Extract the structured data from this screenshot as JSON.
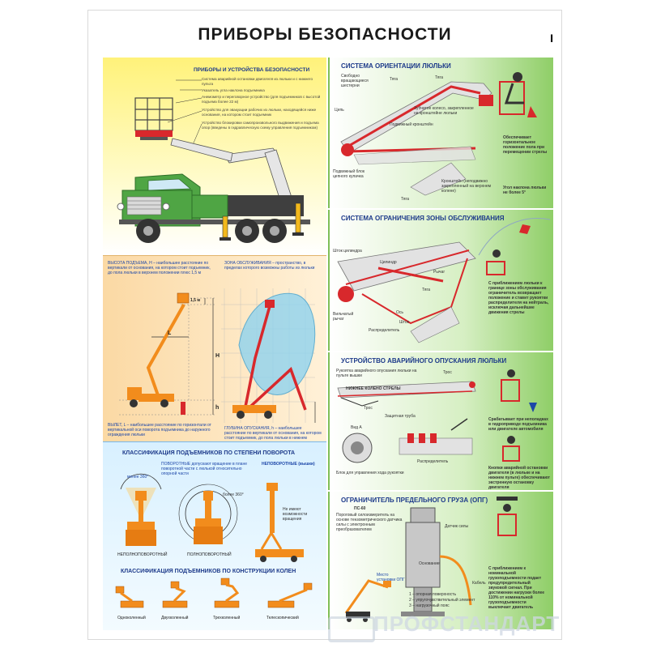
{
  "title": "ПРИБОРЫ БЕЗОПАСНОСТИ",
  "sheet_number": "I",
  "panel_main": {
    "heading": "ПРИБОРЫ и УСТРОЙСТВА БЕЗОПАСНОСТИ",
    "items": [
      "Система аварийной остановки двигателя из люльки и с нижнего пульта",
      "Указатель угла наклона подъемника",
      "Анемометр и переговорное устройство (для подъемников с высотой подъема более 22 м)",
      "Устройство для эвакуации рабочих из люльки, находящейся ниже основания, на котором стоит подъемник",
      "Устройство блокировки самопроизвольного выдвижения и подъема опор (введены в гидравлическую схему управления подъемником)"
    ]
  },
  "panel_height": {
    "height_caption": "ВЫСОТА ПОДЪЕМА, Н – наибольшее расстояние по вертикали от основания, на котором стоит подъемник, до пола люльки в верхнем положении плюс 1,5 м",
    "zone_caption": "ЗОНА ОБСЛУЖИВАНИЯ – пространство, в пределах которого возможны работы из люльки",
    "reach_caption": "ВЫЛЕТ, L – наибольшее расстояние по горизонтали от вертикальной оси поворота подъемника до наружного ограждения люльки",
    "depth_caption": "ГЛУБИНА ОПУСКАНИЯ, h – наибольшее расстояние по вертикали от основания, на котором стоит подъемник, до пола люльки в нижнем положении",
    "dim_15": "1,5 м",
    "dim_H": "H",
    "dim_L": "L",
    "dim_h": "h"
  },
  "panel_rotation": {
    "heading": "КЛАССИФИКАЦИЯ ПОДЪЕМНИКОВ ПО СТЕПЕНИ ПОВОРОТА",
    "rotary_note": "ПОВОРОТНЫЕ допускают вращение в плане поворотной части с люлькой относительно опорной части",
    "less360": "менее 360°",
    "more360": "более 360°",
    "nonrotary_title": "НЕПОВОРОТНЫЕ (вышки)",
    "nonrotary_note": "Не имеют возможности вращения",
    "labels": [
      "НЕПОЛНОПОВОРОТНЫЙ",
      "ПОЛНОПОВОРОТНЫЙ"
    ],
    "knee_heading": "КЛАССИФИКАЦИЯ ПОДЪЕМНИКОВ ПО КОНСТРУКЦИИ КОЛЕН",
    "knee_labels": [
      "Одноколенный",
      "Двухколенный",
      "Трехколенный",
      "Телескопический"
    ]
  },
  "panel_orientation": {
    "heading": "СИСТЕМА ОРИЕНТАЦИИ ЛЮЛЬКИ",
    "labels": [
      "Свободно вращающиеся шестерни",
      "Тяга",
      "Тяга",
      "Зубчатое колесо, закрепленное на кронштейне люльки",
      "Цепь",
      "Подвижный кронштейн",
      "Подвижный блок цепного кулачка",
      "Кронштейн (неподвижно закрепленный на верхнем колене)",
      "Тяга"
    ],
    "note1": "Обеспечивает горизонтальное положение пола при перемещении стрелы",
    "note2": "Угол наклона люльки не более 5°"
  },
  "panel_zone": {
    "heading": "СИСТЕМА ОГРАНИЧЕНИЯ ЗОНЫ ОБСЛУЖИВАНИЯ",
    "labels": [
      "Шток цилиндра",
      "Цилиндр",
      "Рычаг",
      "Тяга",
      "Вильчатый рычаг",
      "Ось",
      "Распределитель",
      "Шток"
    ],
    "note": "С приближением люльки к границе зоны обслуживания ограничитель возвращает положение и ставит рукоятки распределителя на нейтраль, исключая дальнейшие движения стрелы"
  },
  "panel_lowering": {
    "heading": "УСТРОЙСТВО АВАРИЙНОГО ОПУСКАНИЯ ЛЮЛЬКИ",
    "labels": [
      "Рукоятка аварийного опускания люльки на пульте вышки",
      "Трос",
      "Защитная труба",
      "Трос",
      "НИЖНЕЕ КОЛЕНО СТРЕЛЫ",
      "Вид А",
      "Блок для управления хода рукоятки",
      "Распределитель"
    ],
    "note1": "Срабатывает при неполадках в гидроприводе подъемника или двигателе автомобиля",
    "note2": "Кнопки аварийной остановки двигателя (в люльке и на нижнем пульте) обеспечивают экстренную остановку двигателя"
  },
  "panel_load": {
    "heading": "ОГРАНИЧИТЕЛЬ ПРЕДЕЛЬНОГО ГРУЗА (ОПГ)",
    "sensor_label": "ПС-60",
    "sensor_note": "Пороговый силоизмеритель на основе тензометрического датчика силы с электронным преобразователем",
    "parts": [
      "Основание",
      "Датчик силы",
      "Кабель",
      "1 – опорная поверхность",
      "2 – упругочувствительный элемент",
      "3 – нагрузочный пояс"
    ],
    "mount_label": "Место установки ОПГ",
    "note": "С приближением к номинальной грузоподъемности подает предупредительный звуковой сигнал. При достижении нагрузки более 110% от номинальной грузоподъемности выключает двигатель"
  },
  "watermark": "ПРОФСТАНДАРТ",
  "colors": {
    "accent_red": "#d8282c",
    "truck_green": "#4fa544",
    "boom_orange": "#f28c1c",
    "title_blue": "#1d3a8a"
  }
}
